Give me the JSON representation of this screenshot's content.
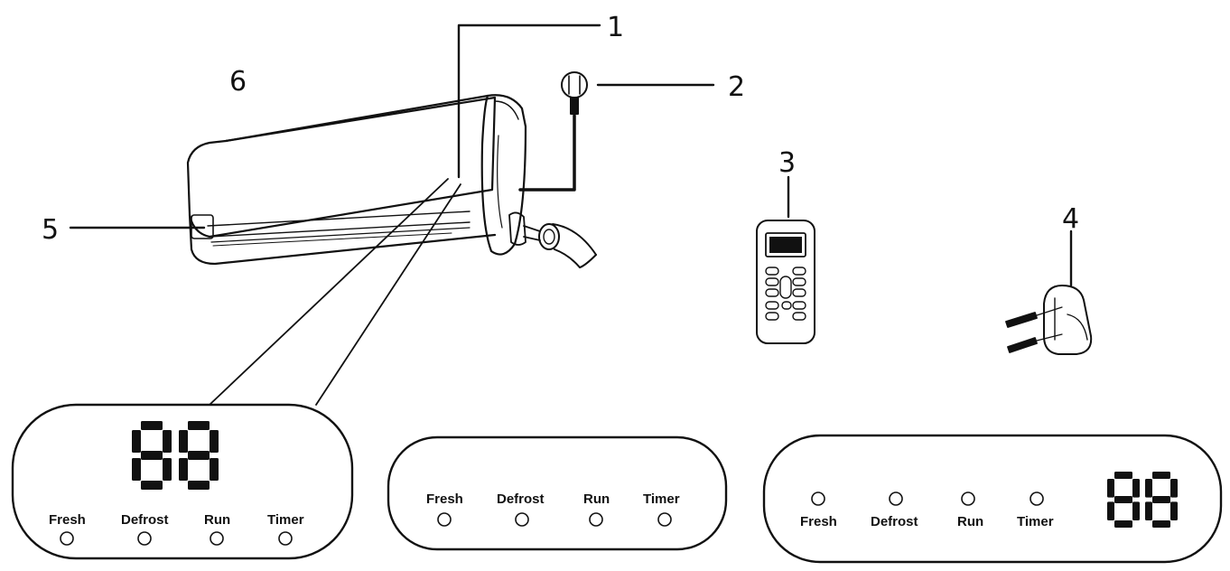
{
  "callouts": {
    "c1": "1",
    "c2": "2",
    "c3": "3",
    "c4": "4",
    "c5": "5",
    "c6": "6"
  },
  "panels": {
    "panel_a": {
      "display": "88",
      "indicators": [
        "Fresh",
        "Defrost",
        "Run",
        "Timer"
      ]
    },
    "panel_b": {
      "indicators": [
        "Fresh",
        "Defrost",
        "Run",
        "Timer"
      ]
    },
    "panel_c": {
      "display": "88",
      "indicators": [
        "Fresh",
        "Defrost",
        "Run",
        "Timer"
      ]
    }
  }
}
